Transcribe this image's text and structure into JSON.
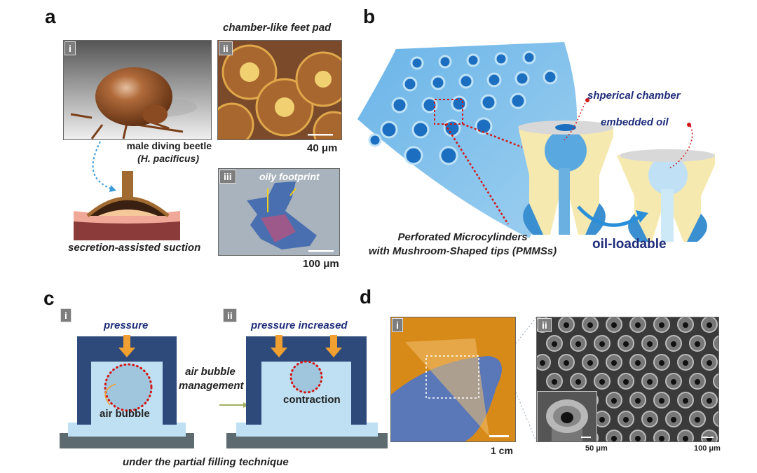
{
  "panel_a": {
    "label": "a",
    "sub_i": "i",
    "sub_ii": "ii",
    "sub_iii": "iii",
    "title_ii": "chamber-like feet pad",
    "beetle_name": "male diving beetle",
    "beetle_species": "(H. pacificus)",
    "scale_ii": "40 μm",
    "oily_footprint": "oily footprint",
    "scale_iii": "100 μm",
    "suction_caption": "secretion-assisted suction"
  },
  "panel_b": {
    "label": "b",
    "chamber_label": "shperical chamber",
    "oil_label": "embedded oil",
    "caption_line1": "Perforated Microcylinders",
    "caption_line2": "with Mushroom-Shaped tips (PMMSs)",
    "oil_loadable": "oil-loadable"
  },
  "panel_c": {
    "label": "c",
    "sub_i": "i",
    "sub_ii": "ii",
    "pressure": "pressure",
    "pressure_increased": "pressure increased",
    "air_bubble": "air bubble",
    "contraction": "contraction",
    "management_line1": "air bubble",
    "management_line2": "management",
    "caption": "under the partial filling technique"
  },
  "panel_d": {
    "label": "d",
    "sub_i": "i",
    "sub_ii": "ii",
    "scale_i": "1 cm",
    "scale_inset": "50 μm",
    "scale_ii": "100 μm"
  },
  "colors": {
    "navy": "#1f2d7a",
    "blue": "#3a9ad9",
    "orange": "#f0a030",
    "red": "#d01818",
    "device": "#2e4a7a"
  }
}
